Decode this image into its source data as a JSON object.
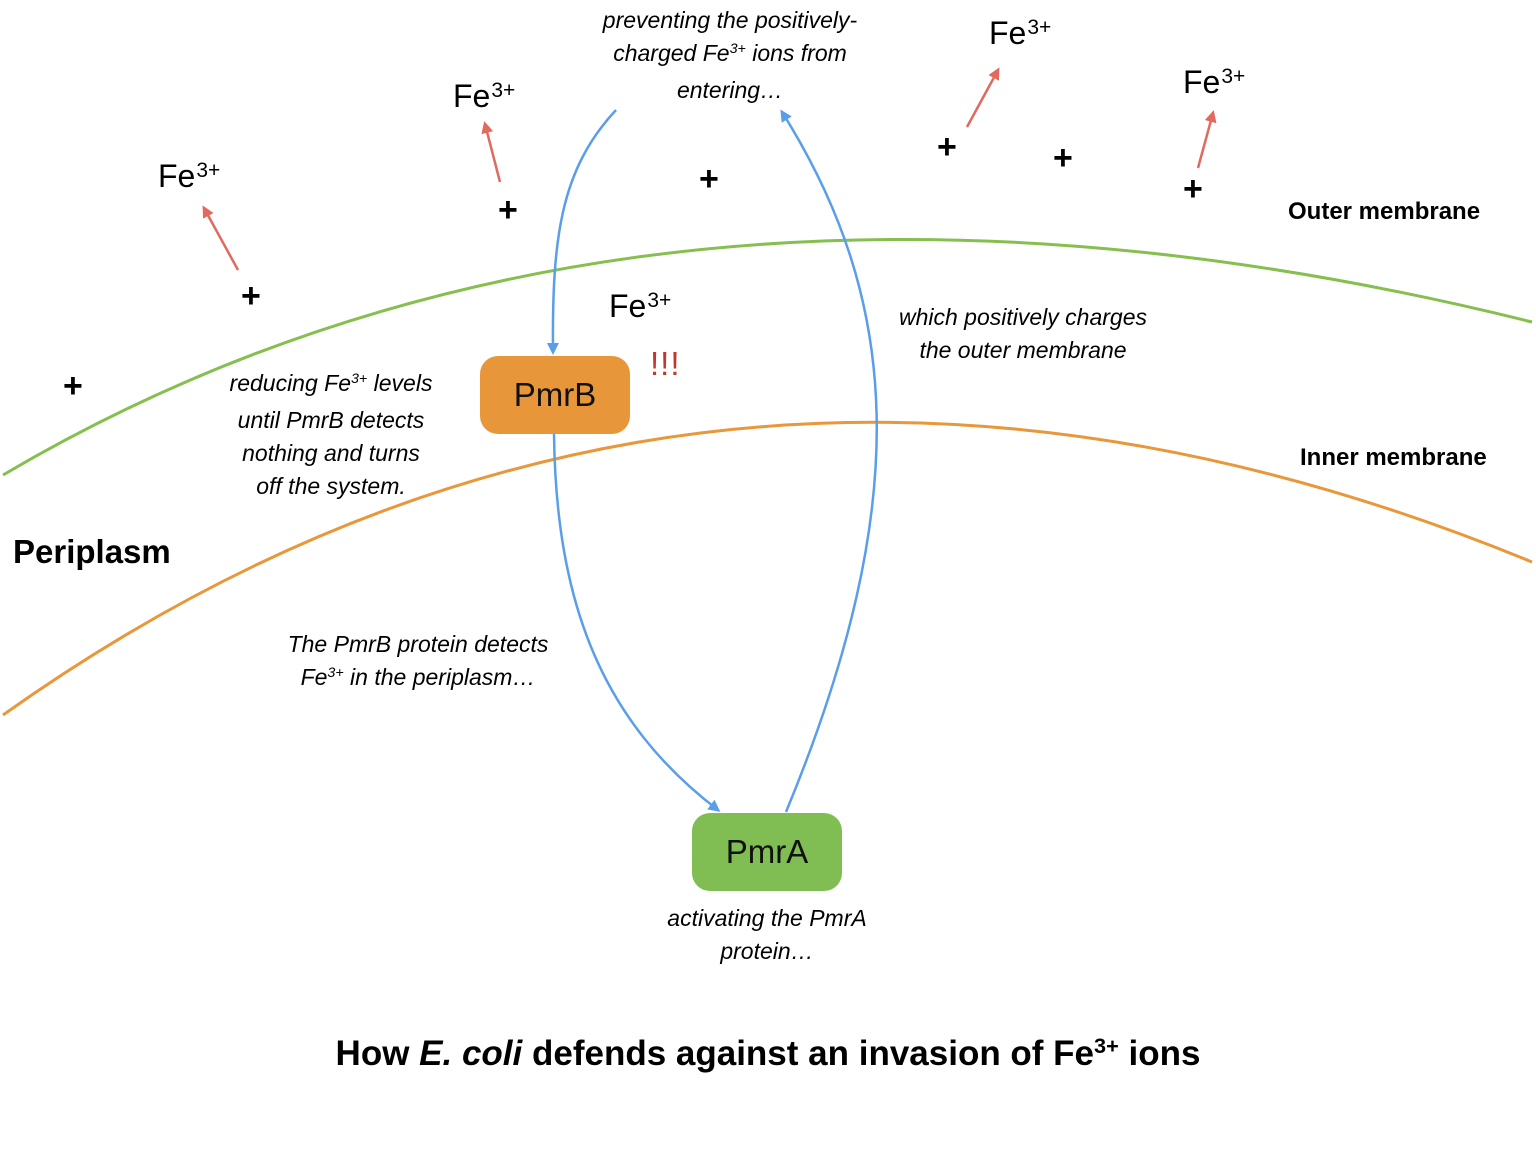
{
  "colors": {
    "outer_membrane": "#86bf4f",
    "inner_membrane": "#e8973a",
    "arrow_blue": "#5b9ee8",
    "arrow_red": "#e06a5e",
    "pmrb_fill": "#e8963a",
    "pmra_fill": "#80bd52",
    "alert_red": "#c0392b"
  },
  "labels": {
    "outer_membrane": "Outer membrane",
    "inner_membrane": "Inner membrane",
    "periplasm": "Periplasm"
  },
  "ion": {
    "symbol": "Fe",
    "charge": "3+"
  },
  "plus_sign": "+",
  "proteins": {
    "pmrb": "PmrB",
    "pmra": "PmrA"
  },
  "alert": "!!!",
  "notes": {
    "top_a": "preventing the positively-",
    "top_b1": "charged Fe",
    "top_b_sup": "3+",
    "top_b2": " ions from",
    "top_c": "entering…",
    "right_a": "which positively charges",
    "right_b": "the outer membrane",
    "left_a1": "reducing Fe",
    "left_a_sup": "3+",
    "left_a2": " levels",
    "left_b": "until PmrB detects",
    "left_c": "nothing and turns",
    "left_d": "off the system.",
    "mid_a": "The PmrB protein detects",
    "mid_b1": "Fe",
    "mid_b_sup": "3+",
    "mid_b2": " in the periplasm…",
    "bottom_a": "activating the PmrA",
    "bottom_b": "protein…"
  },
  "title": {
    "part1": "How ",
    "part2_italic": "E. coli",
    "part3": " defends against an invasion of Fe",
    "sup": "3+",
    "part4": " ions"
  }
}
